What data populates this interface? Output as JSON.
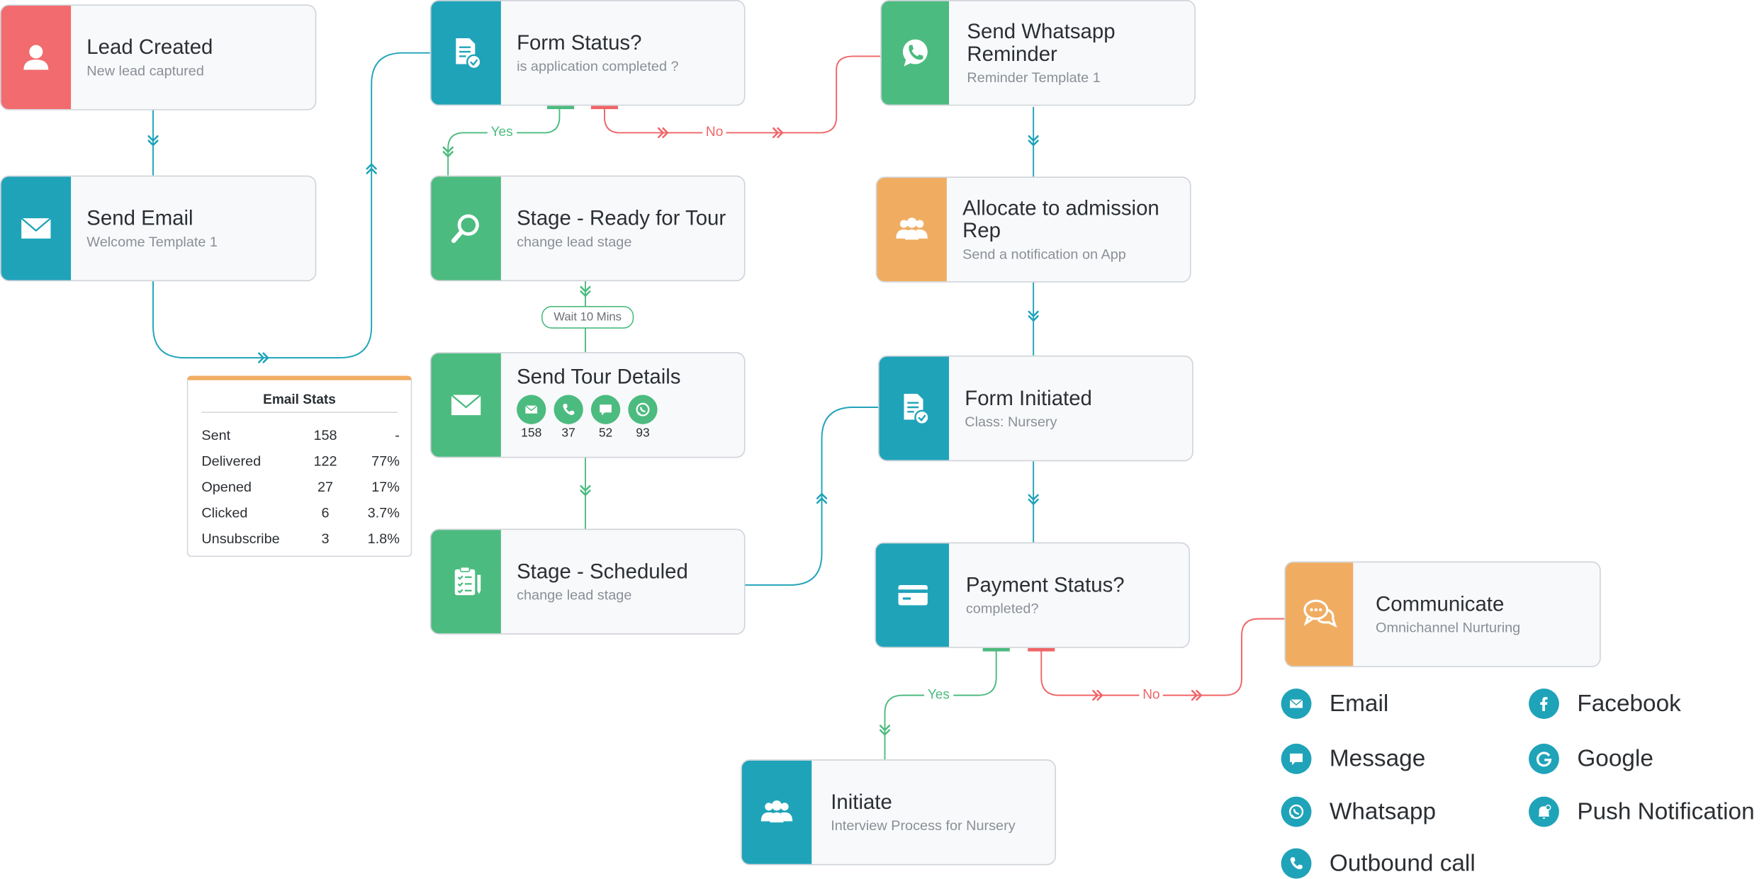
{
  "nodes": {
    "lead_created": {
      "title": "Lead Created",
      "subtitle": "New lead captured"
    },
    "send_email": {
      "title": "Send Email",
      "subtitle": "Welcome Template 1"
    },
    "form_status": {
      "title": "Form Status?",
      "subtitle": "is application completed ?"
    },
    "stage_ready": {
      "title": "Stage - Ready for Tour",
      "subtitle": "change lead stage"
    },
    "send_tour": {
      "title": "Send Tour Details",
      "counts": [
        "158",
        "37",
        "52",
        "93"
      ]
    },
    "stage_scheduled": {
      "title": "Stage - Scheduled",
      "subtitle": "change lead stage"
    },
    "send_whatsapp": {
      "title": "Send Whatsapp Reminder",
      "subtitle": "Reminder Template 1"
    },
    "allocate": {
      "title": "Allocate to admission Rep",
      "subtitle": "Send a notification on App"
    },
    "form_initiated": {
      "title": "Form Initiated",
      "subtitle": "Class: Nursery"
    },
    "payment_status": {
      "title": "Payment Status?",
      "subtitle": "completed?"
    },
    "communicate": {
      "title": "Communicate",
      "subtitle": "Omnichannel Nurturing"
    },
    "initiate": {
      "title": "Initiate",
      "subtitle": "Interview Process for Nursery"
    }
  },
  "wait_label": "Wait 10 Mins",
  "branch_labels": {
    "yes": "Yes",
    "no": "No"
  },
  "email_stats": {
    "title": "Email Stats",
    "rows": [
      [
        "Sent",
        "158",
        "-"
      ],
      [
        "Delivered",
        "122",
        "77%"
      ],
      [
        "Opened",
        "27",
        "17%"
      ],
      [
        "Clicked",
        "6",
        "3.7%"
      ],
      [
        "Unsubscribe",
        "3",
        "1.8%"
      ]
    ]
  },
  "legend": [
    {
      "icon": "email-icon",
      "label": "Email"
    },
    {
      "icon": "facebook-icon",
      "label": "Facebook"
    },
    {
      "icon": "message-icon",
      "label": "Message"
    },
    {
      "icon": "google-icon",
      "label": "Google"
    },
    {
      "icon": "whatsapp-icon",
      "label": "Whatsapp"
    },
    {
      "icon": "push-notification-icon",
      "label": "Push Notification"
    },
    {
      "icon": "outbound-call-icon",
      "label": "Outbound call"
    }
  ],
  "colors": {
    "teal": "#1fa3b9",
    "green": "#4cbb7f",
    "red": "#f26b6e",
    "orange": "#f0ad62",
    "no_line": "#ef6568"
  }
}
